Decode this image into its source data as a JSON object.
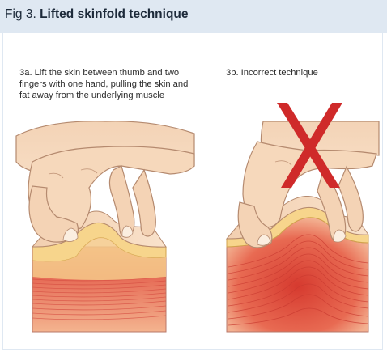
{
  "figure": {
    "number": "Fig 3.",
    "title": "Lifted skinfold technique"
  },
  "panels": [
    {
      "id": "3a",
      "caption": "3a. Lift the skin between thumb and two fingers with one hand, pulling the skin and fat away from the underlying muscle",
      "status": "correct"
    },
    {
      "id": "3b",
      "caption": "3b. Incorrect technique",
      "status": "incorrect",
      "mark": "red-x-icon"
    }
  ],
  "colors": {
    "header_bg": "#dfe8f2",
    "skin": "#f6dcc0",
    "skin_outline": "#b58a6f",
    "fat_layer": "#f7d58c",
    "muscle": "#e5584b",
    "incorrect_mark": "#cf2a2a"
  }
}
